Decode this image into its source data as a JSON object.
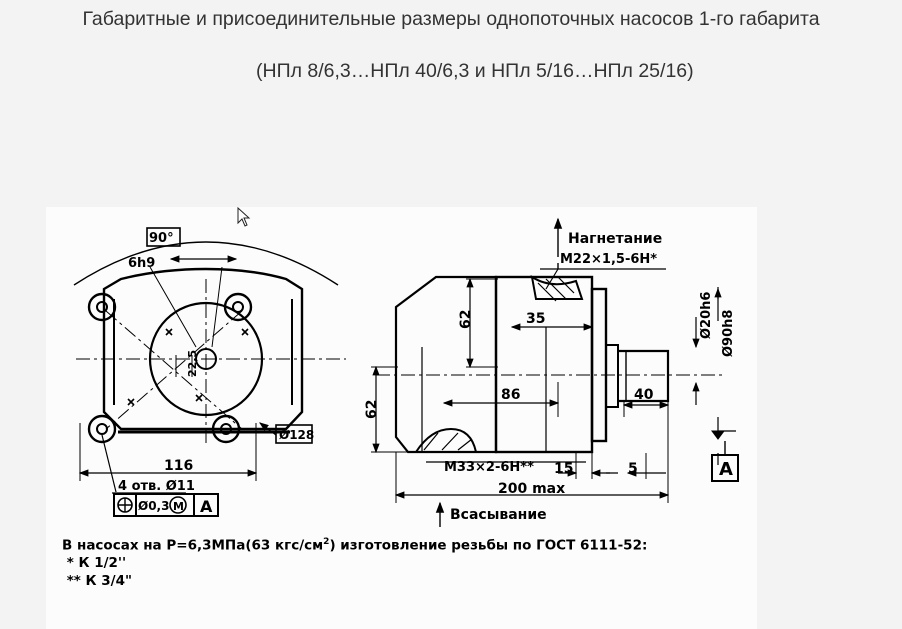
{
  "page": {
    "title_line1": "Габаритные и присоединительные размеры однопоточных насосов 1-го габарита",
    "title_line2": "(НПл 8/6,3…НПл 40/6,3  и НПл 5/16…НПл 25/16)"
  },
  "drawing": {
    "front_view": {
      "angle": "90°",
      "key": "6h9",
      "key_height": "22,5",
      "diameter_outer": "Ø128",
      "width": "116",
      "holes": "4 отв. Ø11",
      "tolerance_position": "Ø0,3",
      "tolerance_modifier": "M",
      "datum_ref": "A"
    },
    "side_view": {
      "discharge_label": "Нагнетание",
      "discharge_thread": "M22×1,5-6H*",
      "suction_label": "Всасывание",
      "suction_thread": "M33×2-6H**",
      "dim_62_top": "62",
      "dim_62_left": "62",
      "dim_35": "35",
      "dim_86": "86",
      "dim_40": "40",
      "dim_15": "15",
      "dim_5": "5",
      "length_max": "200 max",
      "shaft_diameter": "Ø20h6",
      "pilot_diameter": "Ø90h8",
      "datum": "A"
    },
    "notes": {
      "line1": "В насосах на Р=6,3МПа(63 кгс/см",
      "line1_sup": "2",
      "line1_end": ") изготовление резьбы по ГОСТ 6111-52:",
      "line2": " * К 1/2''",
      "line3": " ** К 3/4\""
    }
  }
}
